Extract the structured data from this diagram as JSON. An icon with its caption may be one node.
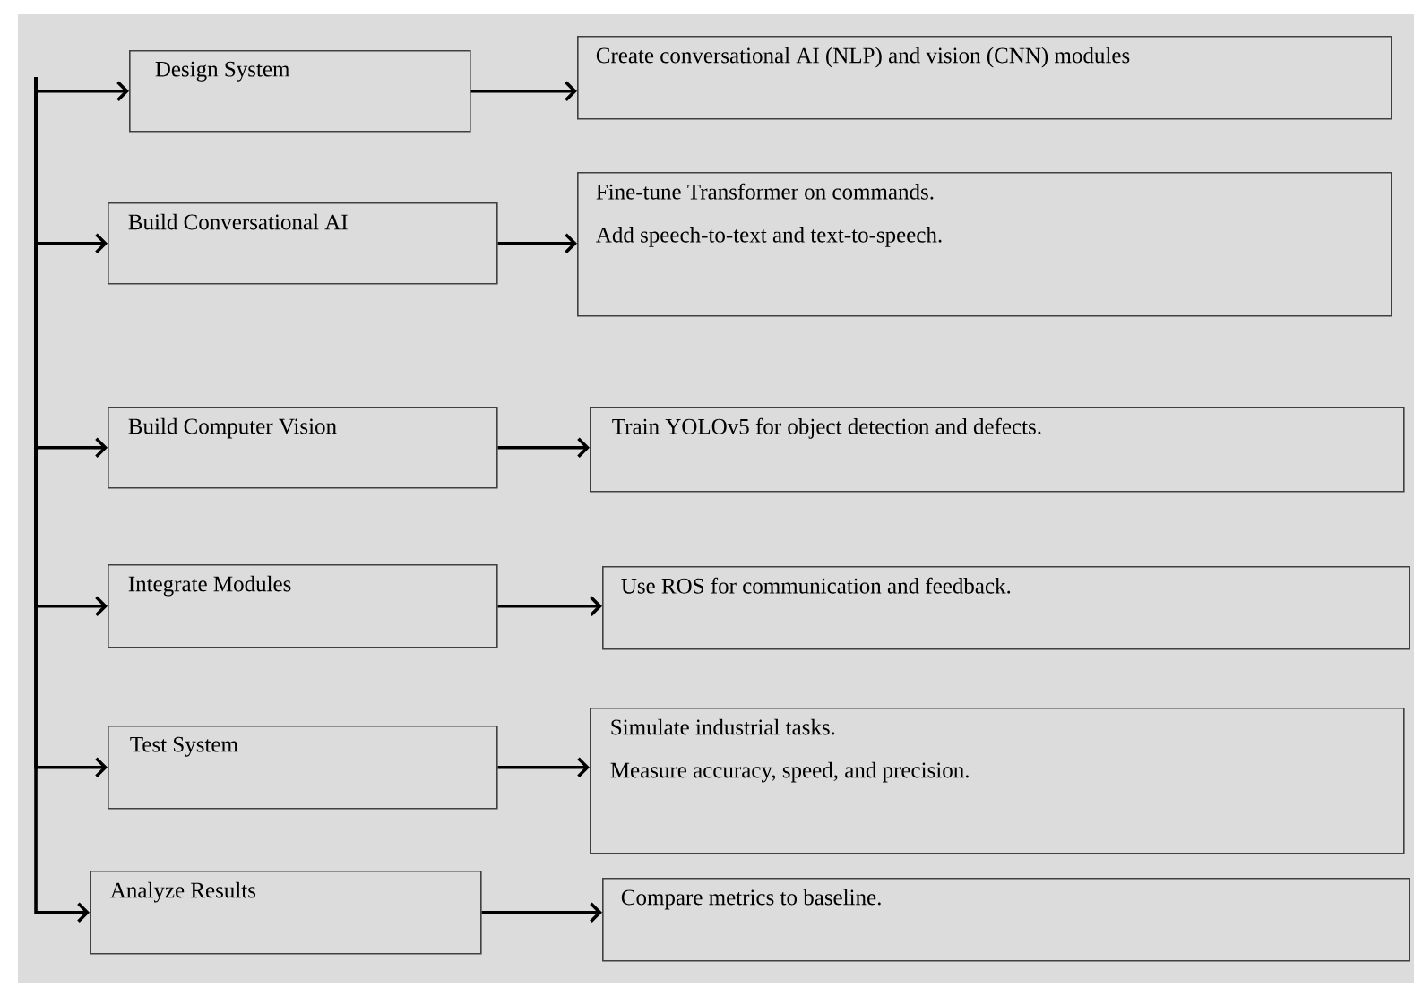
{
  "diagram": {
    "nodes": [
      {
        "text": [
          "Design System"
        ]
      },
      {
        "text": [
          "Create conversational AI (NLP) and vision (CNN) modules"
        ]
      },
      {
        "text": [
          "Build Conversational AI"
        ]
      },
      {
        "text": [
          "Fine-tune Transformer on commands.",
          "Add speech-to-text and text-to-speech."
        ]
      },
      {
        "text": [
          "Build Computer Vision"
        ]
      },
      {
        "text": [
          "Train YOLOv5 for object detection and defects."
        ]
      },
      {
        "text": [
          "Integrate Modules"
        ]
      },
      {
        "text": [
          "Use ROS for communication and feedback."
        ]
      },
      {
        "text": [
          "Test System"
        ]
      },
      {
        "text": [
          "Simulate industrial tasks.",
          "Measure accuracy, speed, and precision."
        ]
      },
      {
        "text": [
          "Analyze Results"
        ]
      },
      {
        "text": [
          "Compare metrics to baseline."
        ]
      }
    ],
    "edges": [
      {
        "from": null,
        "to": 0,
        "arrow": "to"
      },
      {
        "from": null,
        "to": 2,
        "arrow": "to"
      },
      {
        "from": null,
        "to": 4,
        "arrow": "to"
      },
      {
        "from": null,
        "to": 6,
        "arrow": "to"
      },
      {
        "from": null,
        "to": 8,
        "arrow": "to"
      },
      {
        "from": null,
        "to": 10,
        "arrow": "to"
      },
      {
        "from": 0,
        "to": 1,
        "arrow": "to"
      },
      {
        "from": 2,
        "to": 3,
        "arrow": "to"
      },
      {
        "from": 4,
        "to": 5,
        "arrow": "to"
      },
      {
        "from": 6,
        "to": 7,
        "arrow": "to"
      },
      {
        "from": 8,
        "to": 9,
        "arrow": "to"
      },
      {
        "from": 10,
        "to": 11,
        "arrow": "to"
      }
    ]
  }
}
